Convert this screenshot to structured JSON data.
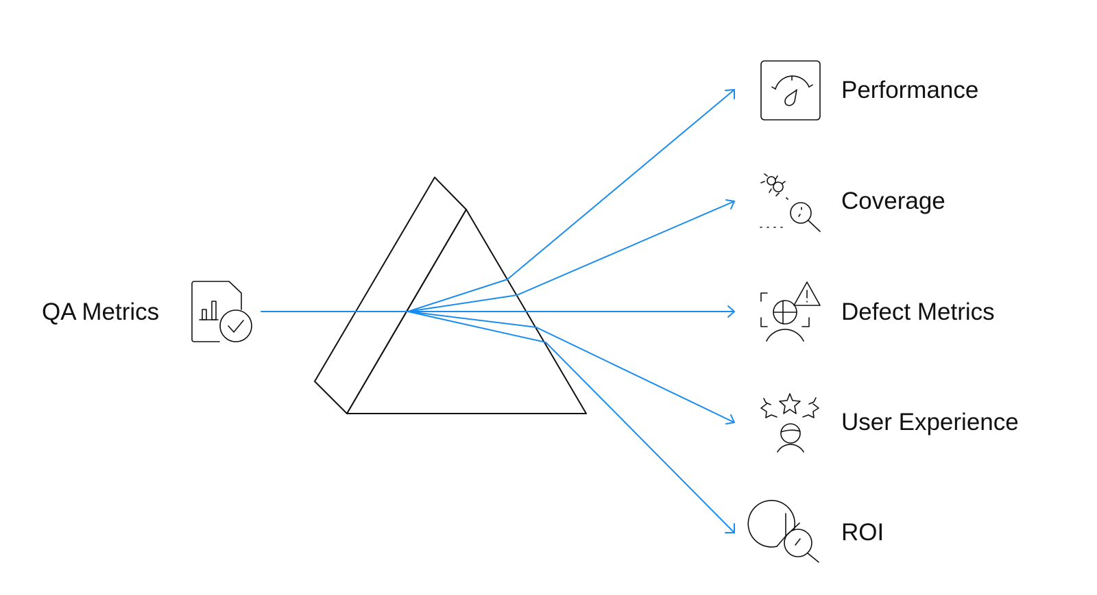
{
  "diagram": {
    "type": "prism-dispersion",
    "accent_color": "#1a8cf0",
    "stroke_color": "#111111",
    "source": {
      "label": "QA Metrics",
      "icon": "document-chart-check-icon"
    },
    "outputs": [
      {
        "label": "Performance",
        "icon": "speedometer-gauge-icon"
      },
      {
        "label": "Coverage",
        "icon": "bug-magnifier-icon"
      },
      {
        "label": "Defect Metrics",
        "icon": "user-warning-scan-icon"
      },
      {
        "label": "User Experience",
        "icon": "user-stars-rating-icon"
      },
      {
        "label": "ROI",
        "icon": "pie-chart-magnifier-icon"
      }
    ]
  }
}
